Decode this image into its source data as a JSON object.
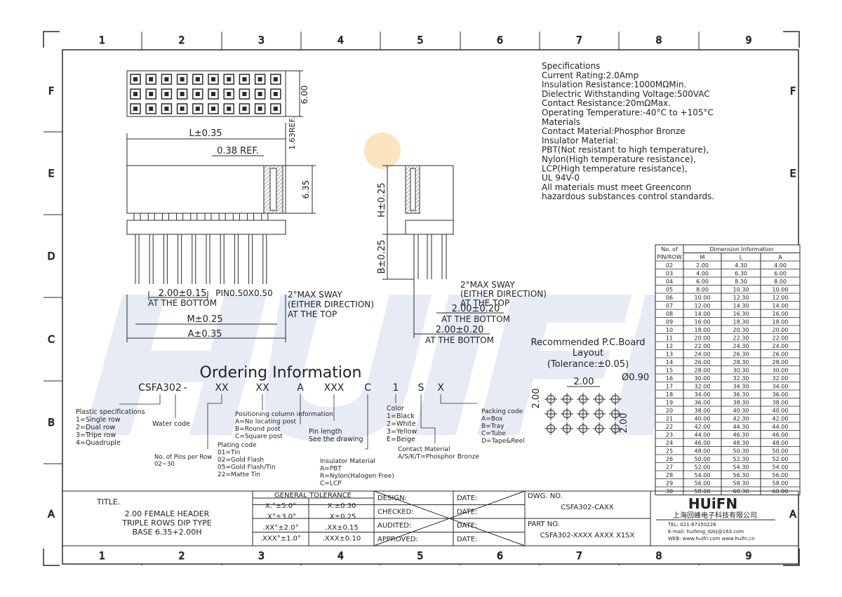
{
  "grid": {
    "cols": [
      "1",
      "2",
      "3",
      "4",
      "5",
      "6",
      "7",
      "8",
      "9"
    ],
    "rows": [
      "F",
      "E",
      "D",
      "C",
      "B",
      "A"
    ]
  },
  "watermark": {
    "text": "HUIFN",
    "color": "#b8c7e3",
    "accent": "#f3b44a"
  },
  "colors": {
    "line": "#2a2a2a",
    "hatch": "#555555"
  },
  "drawing": {
    "l_dim": "L±0.35",
    "ref_038": "0.38 REF.",
    "ref_163": "1.63REF.",
    "dim_600": "6.00",
    "dim_635": "6.35",
    "pitch_bottom": "2.00±0.15",
    "at_bottom": "AT THE BOTTOM",
    "pin_size": "PIN0.50X0.50",
    "sway1": "2°MAX SWAY",
    "sway2": "(EITHER DIRECTION)",
    "sway3": "AT THE TOP",
    "m_dim": "M±0.25",
    "a_dim": "A±0.35",
    "h_dim": "H±0.25",
    "b_dim": "B±0.25",
    "side_sway1": "2°MAX SWAY",
    "side_sway2": "(EITHER DIRECTION)",
    "side_sway3": "AT THE TOP",
    "side_pitch_top": "2.00±0.20",
    "side_at_bottom": "AT THE BOTTOM",
    "side_pitch_bottom": "2.00±0.20",
    "side_at_bottom2": "AT THE BOTTOM"
  },
  "specifications": [
    "Specifications",
    "Current Rating:2.0Amp",
    "Insulation Resistance:1000MΩMin.",
    "Dielectric Withstanding Voltage:500VAC",
    "Contact Resistance:20mΩMax.",
    "Operating Temperature:-40°C to +105°C",
    "Materials",
    "Contact Material:Phosphor Bronze",
    "Insulator Material:",
    "PBT(Not resistant to high temperature),",
    "Nylon(High temperature resistance),",
    "LCP(High temperature resistance),",
    "UL 94V-0",
    "All materials must meet Greenconn",
    "hazardous substances control standards."
  ],
  "pcb": {
    "title1": "Recommended P.C.Board",
    "title2": "Layout",
    "title3": "(Tolerance:±0.05)",
    "pitch_x": "2.00",
    "pitch_y_left": "2.00",
    "pitch_y_right": "2.00",
    "hole": "Ø0.90"
  },
  "ordering": {
    "title": "Ordering Information",
    "code": [
      "CSFA302",
      "-",
      "XX",
      "XX",
      "A",
      "XXX",
      "C",
      "1",
      "S",
      "X"
    ],
    "plastic": [
      "Plastic specifications",
      "1=Single row",
      "2=Dual row",
      "3=Tripe row",
      "4=Quadruple"
    ],
    "water": "Water code",
    "pins": [
      "No. of Pins per Row",
      "02~30"
    ],
    "plating": [
      "Plating code",
      "01=Tin",
      "02=Gold Flash",
      "05=Gold Flash/Tin",
      "22=Matte Tin"
    ],
    "position": [
      "Positioning column information",
      "A=No locating post",
      "B=Round post",
      "C=Square post"
    ],
    "pin_length": [
      "Pin length",
      "See the drawing"
    ],
    "insulator": [
      "Insulator Material",
      "A=PBT",
      "R=Nylon(Halogen Free)",
      "C=LCP"
    ],
    "color": [
      "Color",
      "1=Black",
      "2=White",
      "3=Yellow",
      "E=Beige"
    ],
    "contact": [
      "Contact Material",
      "A/S/K/T=Phosphor Bronze"
    ],
    "packing": [
      "Packing code",
      "A=Box",
      "B=Tray",
      "C=Tube",
      "D=Tape&Reel"
    ]
  },
  "dim_table": {
    "head_left": "No. of",
    "head_left2": "PIN/ROW",
    "head_span": "Dimension Information",
    "columns": [
      "M",
      "L",
      "A"
    ],
    "rows": [
      [
        "02",
        "2.00",
        "4.30",
        "4.00"
      ],
      [
        "03",
        "4.00",
        "6.30",
        "6.00"
      ],
      [
        "04",
        "6.00",
        "8.30",
        "8.00"
      ],
      [
        "05",
        "8.00",
        "10.30",
        "10.00"
      ],
      [
        "06",
        "10.00",
        "12.30",
        "12.00"
      ],
      [
        "07",
        "12.00",
        "14.30",
        "14.00"
      ],
      [
        "08",
        "14.00",
        "16.30",
        "16.00"
      ],
      [
        "09",
        "16.00",
        "18.30",
        "18.00"
      ],
      [
        "10",
        "18.00",
        "20.30",
        "20.00"
      ],
      [
        "11",
        "20.00",
        "22.30",
        "22.00"
      ],
      [
        "12",
        "22.00",
        "24.30",
        "24.00"
      ],
      [
        "13",
        "24.00",
        "26.30",
        "26.00"
      ],
      [
        "14",
        "26.00",
        "28.30",
        "28.00"
      ],
      [
        "15",
        "28.00",
        "30.30",
        "30.00"
      ],
      [
        "16",
        "30.00",
        "32.30",
        "32.00"
      ],
      [
        "17",
        "32.00",
        "34.30",
        "34.00"
      ],
      [
        "18",
        "34.00",
        "36.30",
        "36.00"
      ],
      [
        "19",
        "36.00",
        "38.30",
        "38.00"
      ],
      [
        "20",
        "38.00",
        "40.30",
        "40.00"
      ],
      [
        "21",
        "40.00",
        "42.30",
        "42.00"
      ],
      [
        "22",
        "42.00",
        "44.30",
        "44.00"
      ],
      [
        "23",
        "44.00",
        "46.30",
        "46.00"
      ],
      [
        "24",
        "46.00",
        "48.30",
        "48.00"
      ],
      [
        "25",
        "48.00",
        "50.30",
        "50.00"
      ],
      [
        "26",
        "50.00",
        "52.30",
        "52.00"
      ],
      [
        "27",
        "52.00",
        "54.30",
        "54.00"
      ],
      [
        "28",
        "54.00",
        "56.30",
        "56.00"
      ],
      [
        "29",
        "56.00",
        "58.30",
        "58.00"
      ],
      [
        "30",
        "58.00",
        "60.30",
        "60.00"
      ]
    ]
  },
  "title_block": {
    "title_label": "TITLE.",
    "title_lines": [
      "2.00 FEMALE HEADER",
      "TRIPLE ROWS DIP TYPE",
      "BASE 6.35+2.00H"
    ],
    "tol_head": "GENERAL TOLERANCE",
    "tol": [
      [
        "X.°±5.0°",
        "X.±0.30"
      ],
      [
        ".X°±3.0°",
        ".X±0.25"
      ],
      [
        ".XX°±2.0°",
        ".XX±0.15"
      ],
      [
        ".XXX°±1.0°",
        ".XXX±0.10"
      ]
    ],
    "roles": [
      "DESIGN:",
      "CHECKED:",
      "AUDITED:",
      "APPROVED:"
    ],
    "date_label": "DATE:",
    "dwg_label": "DWG. NO.",
    "dwg_no": "CSFA302-CAXX",
    "part_label": "PART NO.",
    "part_no": "CSFA302-XXXX AXXX X1SX",
    "logo": "HUiFN",
    "company": "上海回峰电子科技有限公司",
    "tel": "TEL: 021-67150226",
    "email": "E-mail: huifeng_dzkj@163.com",
    "web": "WEB: www.huifn.com  www.huifn.cn"
  }
}
